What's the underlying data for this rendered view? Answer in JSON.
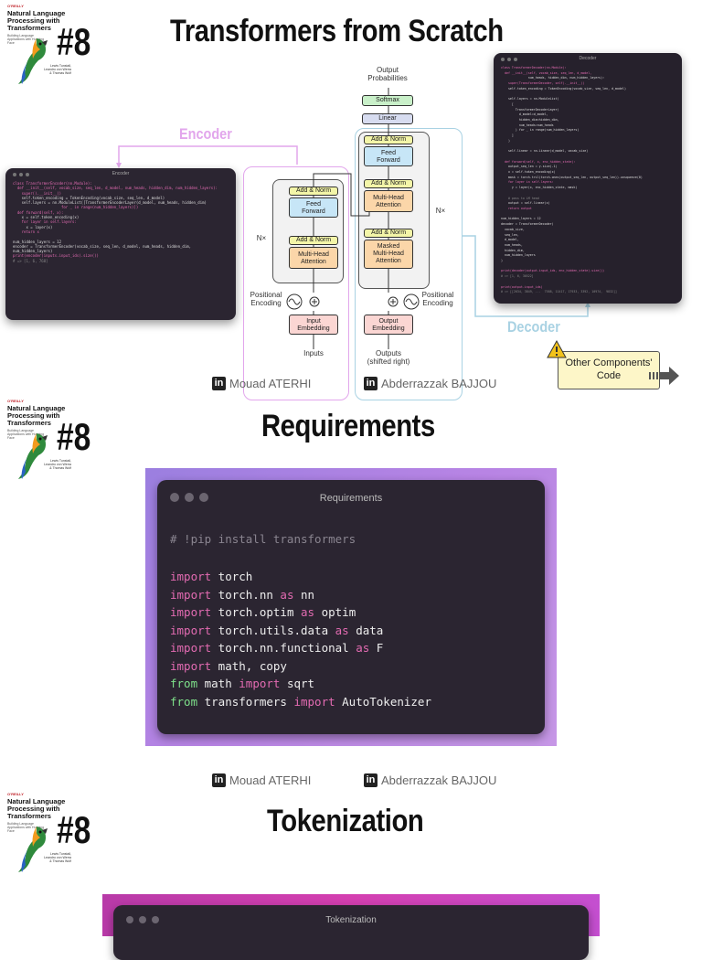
{
  "colors": {
    "encoder_accent": "#e2a6ec",
    "decoder_accent": "#a9d2e3",
    "code_window_bg": "#2b2531",
    "keyword_pink": "#e36bb2",
    "keyword_green": "#7ee08a",
    "gradient_start": "#9b7fe0",
    "gradient_end": "#d43fb0"
  },
  "book": {
    "publisher": "O'REILLY",
    "title_lines": [
      "Natural Language",
      "Processing with",
      "Transformers"
    ],
    "subtitle": "Building Language Applications with Hugging Face",
    "authors": "Lewis Tunstall, Leandro von Werra & Thomas Wolf",
    "number": "#8"
  },
  "slide1": {
    "title": "Transformers from Scratch",
    "encoder_label": "Encoder",
    "decoder_label": "Decoder",
    "encoder_window": {
      "title": "Encoder",
      "lines": [
        "class TransformerEncoder(nn.Module):",
        "  def __init__(self, vocab_size, seq_len, d_model, num_heads, hidden_dim, num_hidden_layers):",
        "    super().__init__()",
        "    self.token_encoding = TokenEncoding(vocab_size, seq_len, d_model)",
        "    self.layers = nn.ModuleList([TransformerEncoderLayer(d_model, num_heads, hidden_dim)",
        "                      for _ in range(num_hidden_layers)])",
        "  def forward(self, x):",
        "    x = self.token_encoding(x)",
        "    for layer in self.layers:",
        "      x = layer(x)",
        "    return x",
        "",
        "num_hidden_layers = 12",
        "encoder = TransformerEncoder(vocab_size, seq_len, d_model, num_heads, hidden_dim,",
        "num_hidden_layers)",
        "print(encoder(inputs.input_ids).size())",
        "# => [1, 6, 768]"
      ]
    },
    "decoder_window": {
      "title": "Decoder",
      "lines": [
        "class TransformerDecoder(nn.Module):",
        "  def __init__(self, vocab_size, seq_len, d_model,",
        "               num_heads, hidden_dim, num_hidden_layers):",
        "    super(TransformerDecoder, self).__init__()",
        "    self.token_encoding = TokenEncoding(vocab_size, seq_len, d_model)",
        "",
        "    self.layers = nn.ModuleList(",
        "      [",
        "        TransformerDecoderLayer(",
        "          d_model=d_model,",
        "          hidden_dim=hidden_dim,",
        "          num_heads=num_heads",
        "        ) for _ in range(num_hidden_layers)",
        "      ]",
        "    )",
        "",
        "    self.linear = nn.Linear(d_model, vocab_size)",
        "",
        "  def forward(self, x, enc_hidden_state):",
        "    output_seq_len = y.size(-1)",
        "    x = self.token_encoding(x)",
        "    mask = torch.tril(torch.ones(output_seq_len, output_seq_len)).unsqueeze(0)",
        "    for layer in self.layers:",
        "      y = layer(x, enc_hidden_state, mask)",
        "",
        "    # pass to LM head",
        "    output = self.linear(x)",
        "    return output",
        "",
        "num_hidden_layers = 12",
        "decoder = TransformerDecoder(",
        "  vocab_size,",
        "  seq_len,",
        "  d_model,",
        "  num_heads,",
        "  hidden_dim,",
        "  num_hidden_layers",
        ")",
        "",
        "print(decoder(output.input_ids, enc_hidden_state).size())",
        "# => [1, 6, 30522]",
        "",
        "print(output.input_ids)",
        "# => [[2034, 3849, ...  7588, 11417, 17933, 3392, 10974,  9832]]"
      ]
    },
    "diagram": {
      "output_probabilities": "Output\nProbabilities",
      "softmax": "Softmax",
      "linear": "Linear",
      "add_norm": "Add & Norm",
      "feed_forward": "Feed\nForward",
      "multi_head_attention": "Multi-Head\nAttention",
      "masked_multi_head_attention": "Masked\nMulti-Head\nAttention",
      "nx": "N×",
      "positional_encoding": "Positional\nEncoding",
      "input_embedding": "Input\nEmbedding",
      "output_embedding": "Output\nEmbedding",
      "inputs": "Inputs",
      "outputs": "Outputs\n(shifted right)"
    },
    "other_components": "Other Components'\nCode",
    "authors": [
      "Mouad ATERHI",
      "Abderrazzak BAJJOU"
    ]
  },
  "slide2": {
    "title": "Requirements",
    "window_title": "Requirements",
    "comment": "# !pip install transformers",
    "lines": [
      [
        [
          "kw",
          "import"
        ],
        [
          "tx",
          " torch"
        ]
      ],
      [
        [
          "kw",
          "import"
        ],
        [
          "tx",
          " torch.nn "
        ],
        [
          "kw",
          "as"
        ],
        [
          "tx",
          " nn"
        ]
      ],
      [
        [
          "kw",
          "import"
        ],
        [
          "tx",
          " torch.optim "
        ],
        [
          "kw",
          "as"
        ],
        [
          "tx",
          " optim"
        ]
      ],
      [
        [
          "kw",
          "import"
        ],
        [
          "tx",
          " torch.utils.data "
        ],
        [
          "kw",
          "as"
        ],
        [
          "tx",
          " data"
        ]
      ],
      [
        [
          "kw",
          "import"
        ],
        [
          "tx",
          " torch.nn.functional "
        ],
        [
          "kw",
          "as"
        ],
        [
          "tx",
          " F"
        ]
      ],
      [
        [
          "kw",
          "import"
        ],
        [
          "tx",
          " math, copy"
        ]
      ],
      [
        [
          "gr",
          "from"
        ],
        [
          "tx",
          " math "
        ],
        [
          "kw",
          "import"
        ],
        [
          "tx",
          " sqrt"
        ]
      ],
      [
        [
          "gr",
          "from"
        ],
        [
          "tx",
          " transformers "
        ],
        [
          "kw",
          "import"
        ],
        [
          "tx",
          " AutoTokenizer"
        ]
      ]
    ],
    "authors": [
      "Mouad ATERHI",
      "Abderrazzak BAJJOU"
    ]
  },
  "slide3": {
    "title": "Tokenization",
    "window_title": "Tokenization"
  }
}
